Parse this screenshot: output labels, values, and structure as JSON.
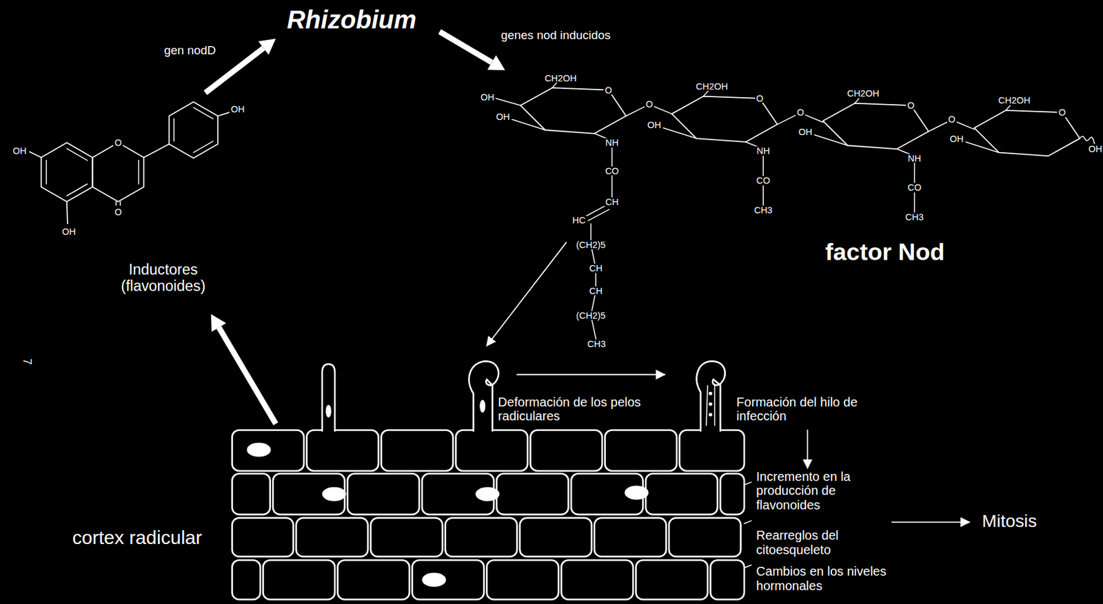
{
  "diagram": {
    "labels": [
      "Rhizobium",
      "gen nodD",
      "genes nod inducidos",
      "factor Nod",
      "Inductores (flavonoides)",
      "cortex radicular",
      "Deformación de los pelos radiculares",
      "Formación del hilo de infección",
      "Incremento en la producción de flavonoides",
      "Rearreglos del citoesqueleto",
      "Cambios en los niveles hormonales",
      "Mitosis",
      "7",
      "OH",
      "OH",
      "O",
      "OH",
      "O",
      "OH",
      "CH2OH",
      "O",
      "OH",
      "NH",
      "CO",
      "CH",
      "HC",
      "(CH2)5",
      "CH",
      "CH",
      "(CH2)5",
      "CH3",
      "O",
      "CH2OH",
      "O",
      "OH",
      "NH",
      "CO",
      "CH3",
      "O",
      "CH2OH",
      "O",
      "OH",
      "NH",
      "CO",
      "CH3",
      "O",
      "CH2OH",
      "O",
      "OH",
      "OH"
    ]
  }
}
